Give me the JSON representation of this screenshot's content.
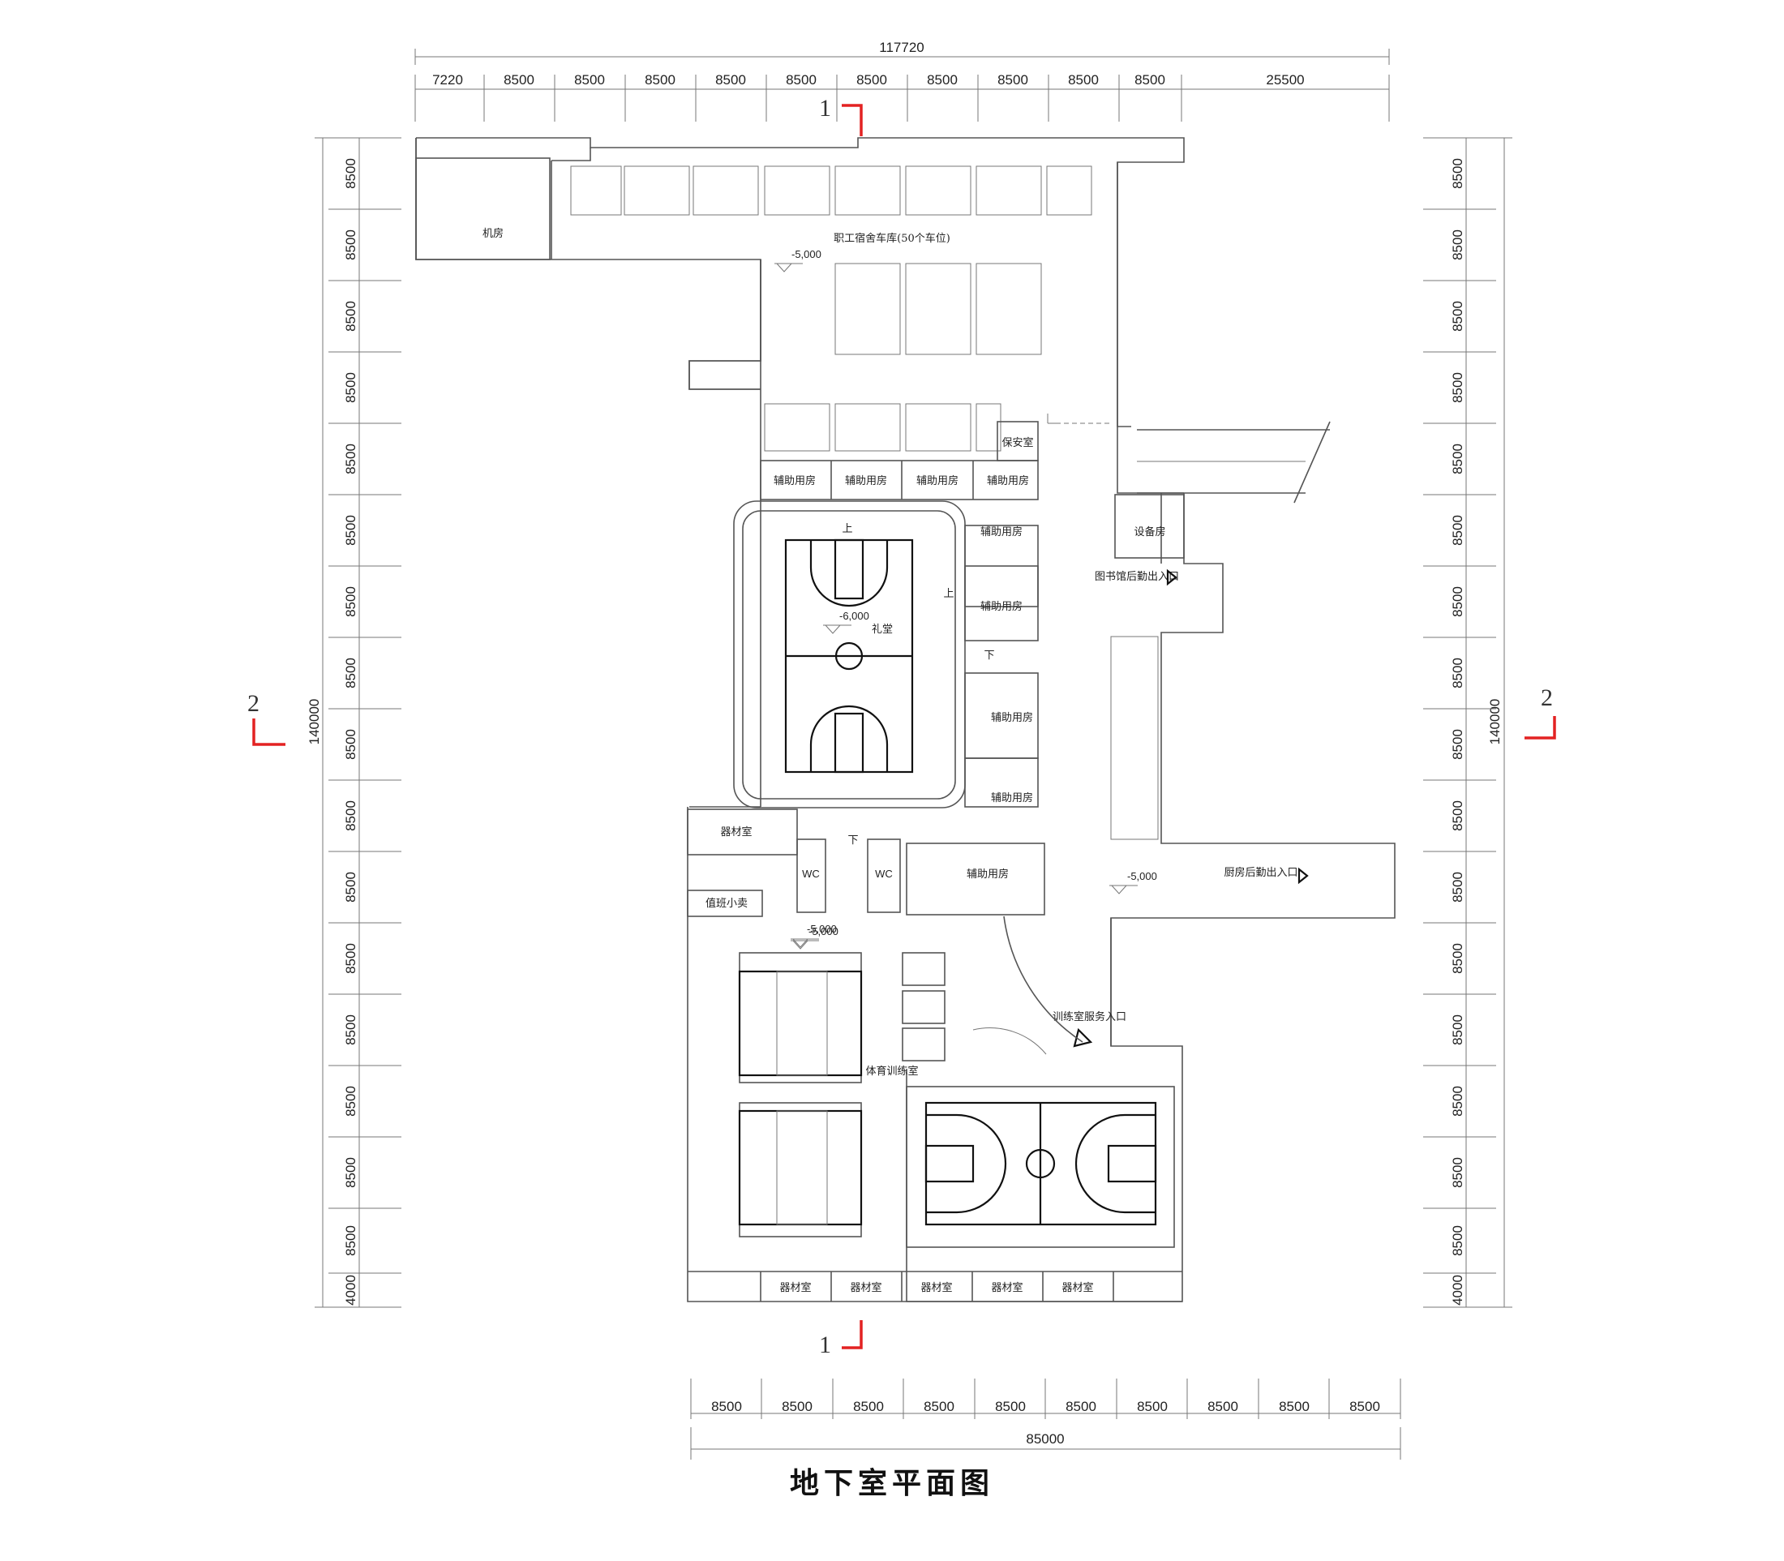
{
  "title": "地下室平面图",
  "top_dims": {
    "total": "117720",
    "segments": [
      "7220",
      "8500",
      "8500",
      "8500",
      "8500",
      "8500",
      "8500",
      "8500",
      "8500",
      "8500",
      "8500",
      "25500"
    ]
  },
  "bottom_dims": {
    "total": "85000",
    "segments": [
      "8500",
      "8500",
      "8500",
      "8500",
      "8500",
      "8500",
      "8500",
      "8500",
      "8500",
      "8500"
    ]
  },
  "side_dims": {
    "total": "140000",
    "segments": [
      "8500",
      "8500",
      "8500",
      "8500",
      "8500",
      "8500",
      "8500",
      "8500",
      "8500",
      "8500",
      "8500",
      "8500",
      "8500",
      "8500",
      "8500",
      "8500",
      "4000"
    ]
  },
  "section_marks": {
    "one": "1",
    "two": "2"
  },
  "rooms": {
    "machine": "机房",
    "garage": "职工宿舍车库(50个车位)",
    "security": "保安室",
    "aux": "辅助用房",
    "equipment_room": "设备房",
    "library_entry": "图书馆后勤出入口",
    "hall": "礼堂",
    "gear": "器材室",
    "wc": "WC",
    "duty": "值班小卖",
    "kitchen_entry": "厨房后勤出入口",
    "training_entry": "训练室服务入口",
    "training_room": "体育训练室"
  },
  "levels": {
    "garage": "-5,000",
    "hall": "-6,000",
    "mid": "-5,000",
    "training": "-5,000"
  },
  "stair": {
    "up": "上",
    "down": "下"
  }
}
